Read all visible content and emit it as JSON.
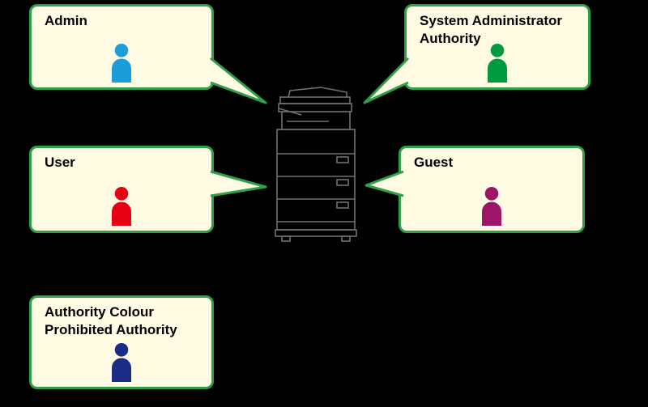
{
  "colors": {
    "background": "#000000",
    "bubble_fill": "#FFFCE3",
    "bubble_border": "#2DA04A",
    "label_text": "#000000",
    "printer_line": "#707070"
  },
  "bubbles": [
    {
      "label": "Admin",
      "person_color": "#1B9DD9"
    },
    {
      "label": "System Administrator\nAuthority",
      "person_color": "#009B3F"
    },
    {
      "label": "User",
      "person_color": "#E60012"
    },
    {
      "label": "Guest",
      "person_color": "#9D1566"
    },
    {
      "label": "Authority Colour\nProhibited Authority",
      "person_color": "#1B2C86"
    }
  ],
  "center": {
    "icon": "multifunction-printer"
  }
}
